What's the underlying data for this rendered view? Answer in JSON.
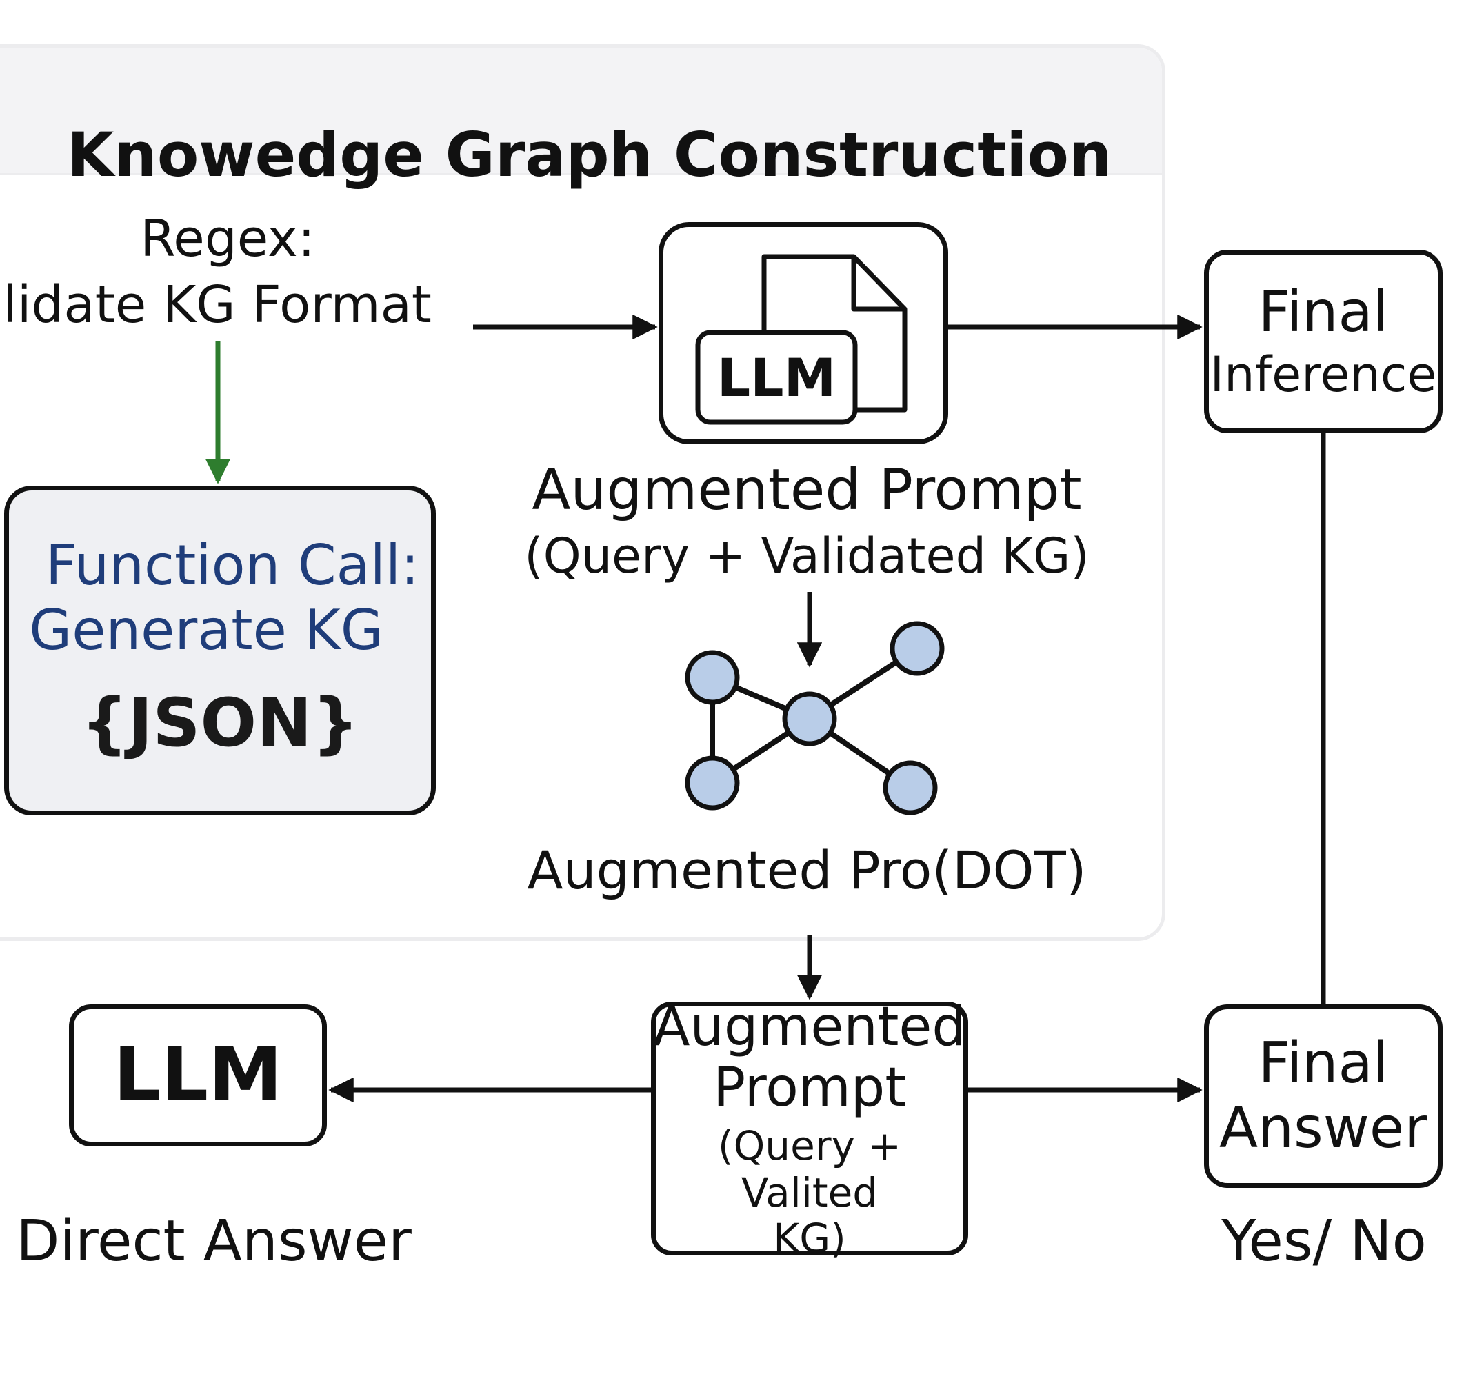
{
  "panel": {
    "title": "Knowedge Graph Construction"
  },
  "regex": {
    "line1": "Regex:",
    "line2": "Validate KG Format"
  },
  "function_call": {
    "line1": "Function Call:",
    "line2": "Generate KG",
    "json": "{JSON}"
  },
  "llm_icon": {
    "label": "LLM"
  },
  "augmented_prompt_top": {
    "line1": "Augmented Prompt",
    "line2": "(Query + Validated KG)"
  },
  "augmented_dot": {
    "label": "Augmented Pro(DOT)"
  },
  "final_inference": {
    "line1": "Final",
    "line2": "Inference"
  },
  "llm_box": {
    "label": "LLM"
  },
  "direct_answer": {
    "label": "Direct Answer"
  },
  "augmented_prompt_bottom": {
    "line1": "Augmented",
    "line2": "Prompt",
    "line3": "(Query + Valited",
    "line4": "KG)"
  },
  "final_answer": {
    "line1": "Final",
    "line2": "Answer"
  },
  "yes_no": {
    "label": "Yes/ No"
  },
  "colors": {
    "green_arrow": "#2e7d2e",
    "blue_text": "#1f3d7a",
    "node_fill": "#b9cde8",
    "function_box_fill": "#eff0f3"
  }
}
